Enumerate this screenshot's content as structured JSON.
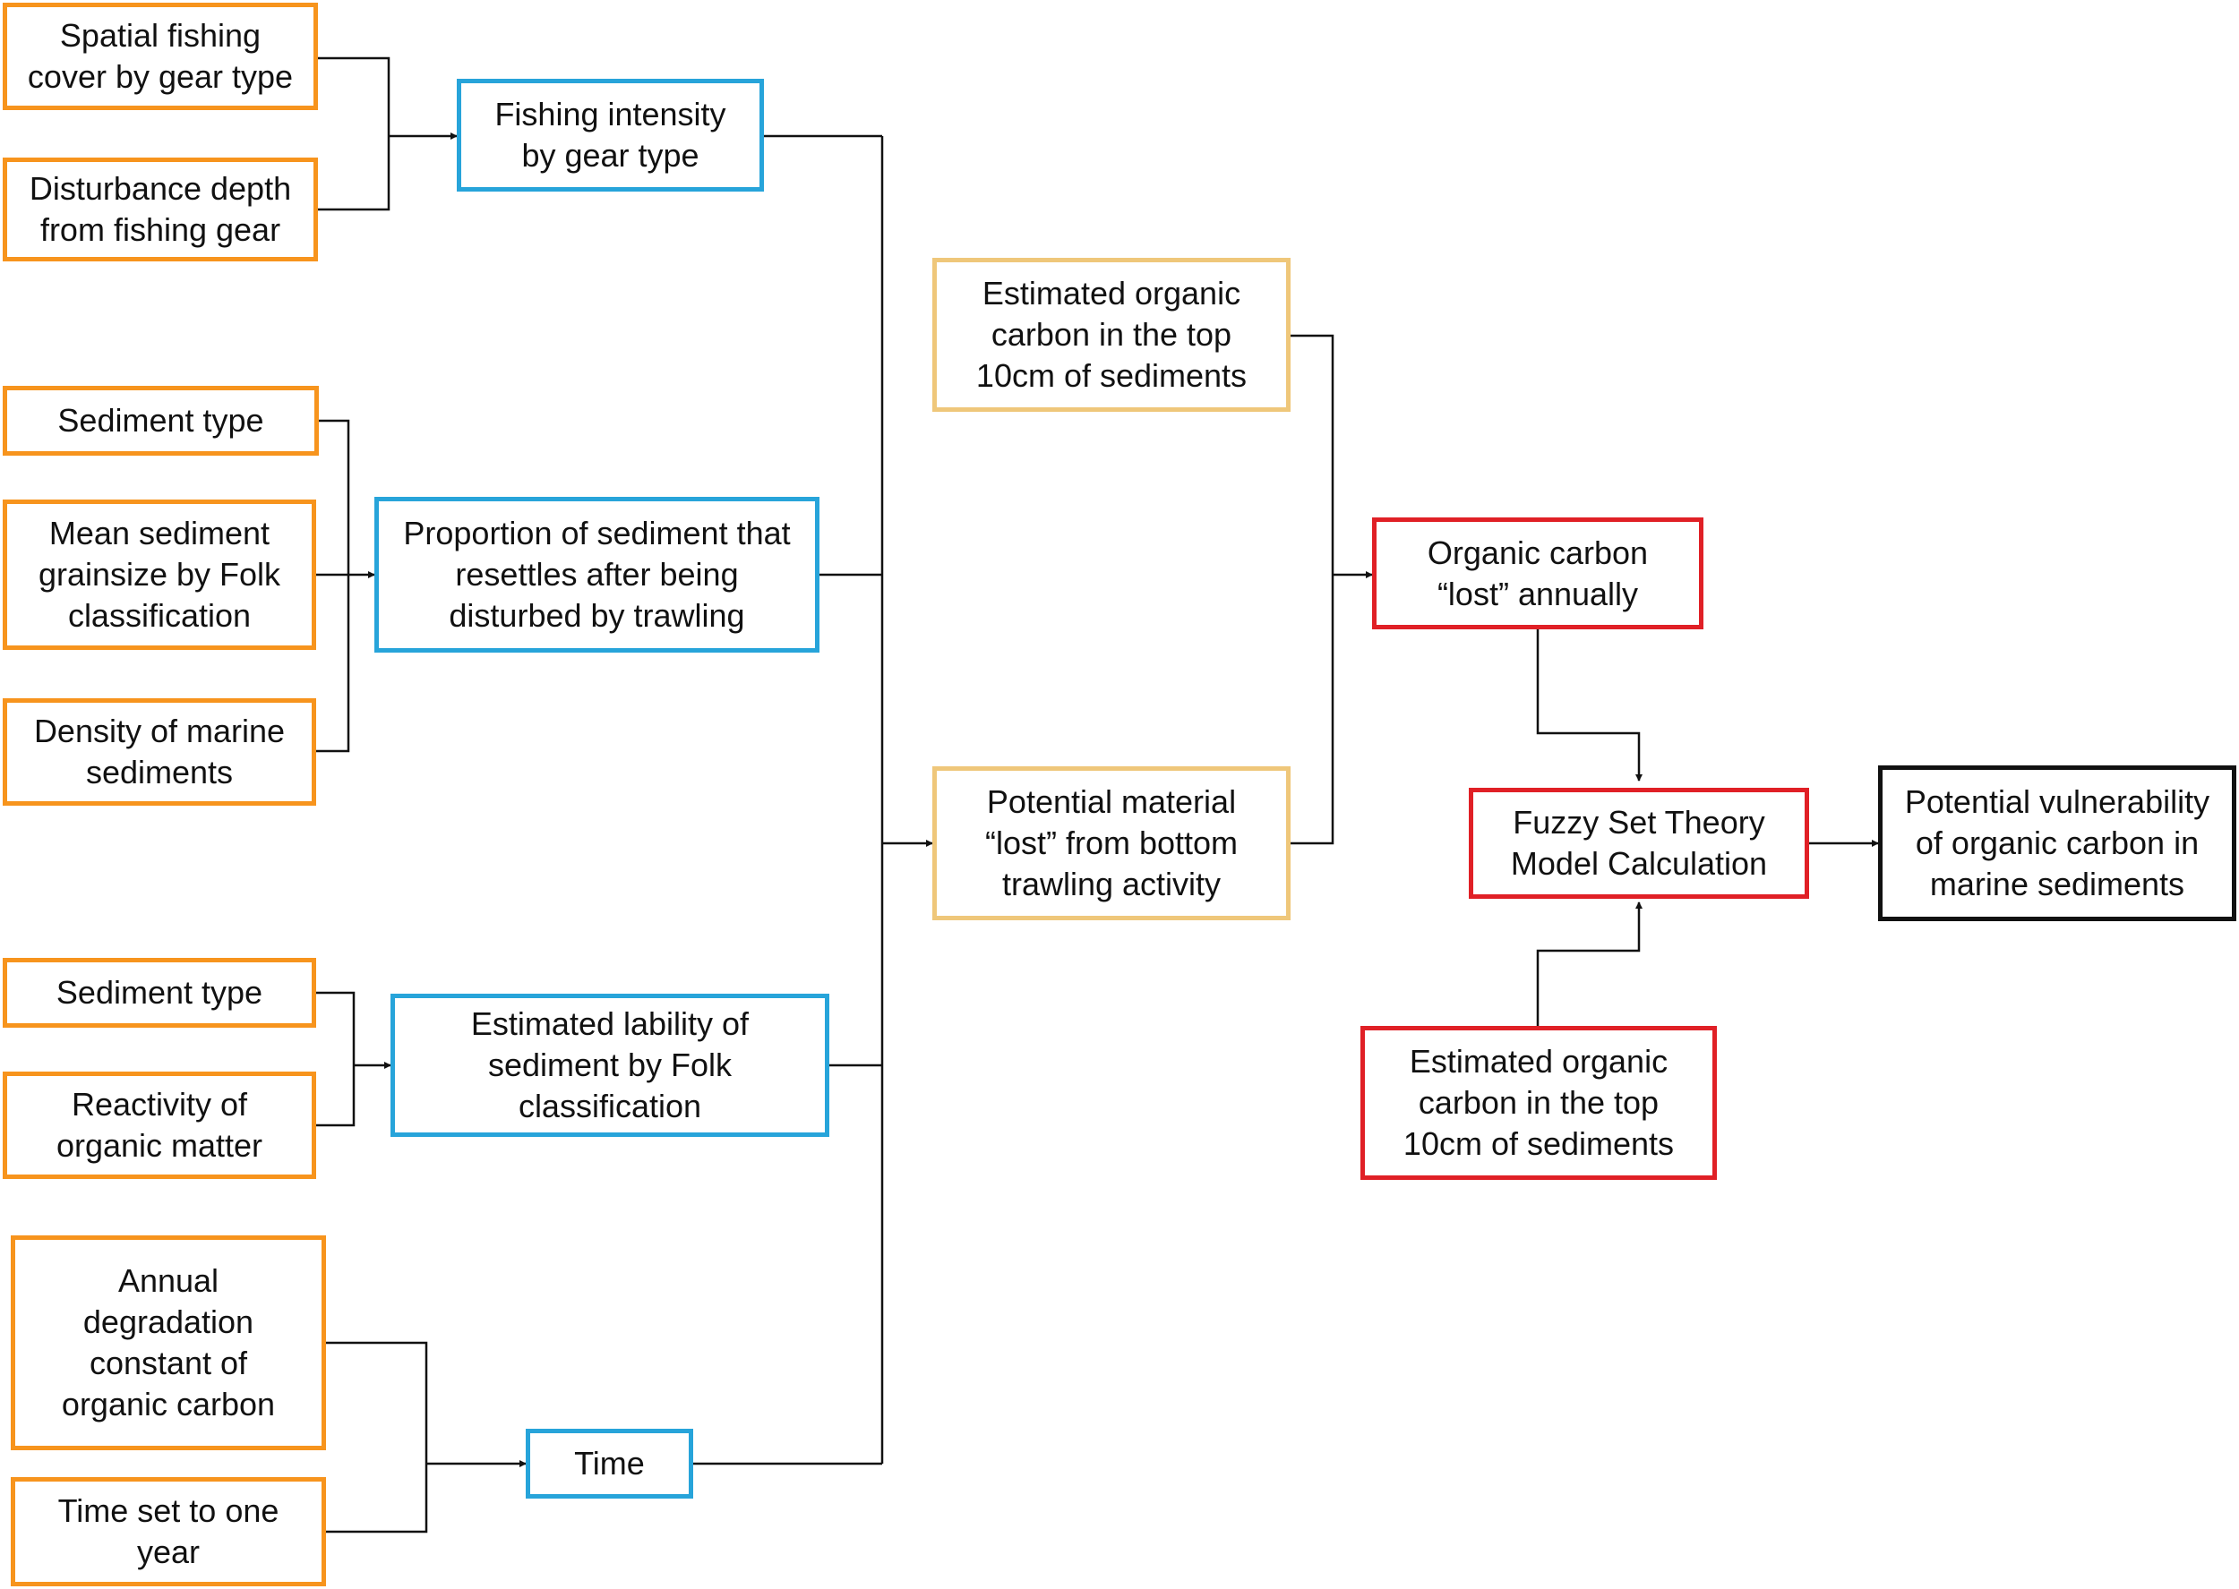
{
  "colors": {
    "input": "#F7941D",
    "intermediate": "#27A4DA",
    "derived": "#EFC77A",
    "model": "#E02026",
    "output": "#111111",
    "connector": "#111111"
  },
  "nodes": {
    "spatial_fishing": {
      "text": "Spatial fishing\ncover by gear type",
      "category": "input"
    },
    "disturbance_depth": {
      "text": "Disturbance depth\nfrom fishing gear",
      "category": "input"
    },
    "sediment_type_1": {
      "text": "Sediment type",
      "category": "input"
    },
    "mean_grainsize": {
      "text": "Mean sediment\ngrainsize by Folk\nclassification",
      "category": "input"
    },
    "density_marine": {
      "text": "Density of marine\nsediments",
      "category": "input"
    },
    "sediment_type_2": {
      "text": "Sediment type",
      "category": "input"
    },
    "reactivity_om": {
      "text": "Reactivity of\norganic matter",
      "category": "input"
    },
    "annual_degradation": {
      "text": "Annual\ndegradation\nconstant of\norganic carbon",
      "category": "input"
    },
    "time_one_year": {
      "text": "Time set to one\nyear",
      "category": "input"
    },
    "fishing_intensity": {
      "text": "Fishing intensity\nby gear type",
      "category": "intermediate"
    },
    "proportion_resettles": {
      "text": "Proportion of sediment that\nresettles after being\ndisturbed by trawling",
      "category": "intermediate"
    },
    "estimated_lability": {
      "text": "Estimated lability of\nsediment by Folk\nclassification",
      "category": "intermediate"
    },
    "time": {
      "text": "Time",
      "category": "intermediate"
    },
    "oc_top10_a": {
      "text": "Estimated organic\ncarbon in the top\n10cm of sediments",
      "category": "derived"
    },
    "potential_material": {
      "text": "Potential material\n“lost” from bottom\ntrawling activity",
      "category": "derived"
    },
    "oc_lost_annually": {
      "text": "Organic carbon\n“lost” annually",
      "category": "model"
    },
    "fuzzy_set": {
      "text": "Fuzzy Set Theory\nModel Calculation",
      "category": "model"
    },
    "oc_top10_b": {
      "text": "Estimated organic\ncarbon in the top\n10cm of sediments",
      "category": "model"
    },
    "potential_vulnerability": {
      "text": "Potential vulnerability\nof organic carbon in\nmarine sediments",
      "category": "output"
    }
  }
}
